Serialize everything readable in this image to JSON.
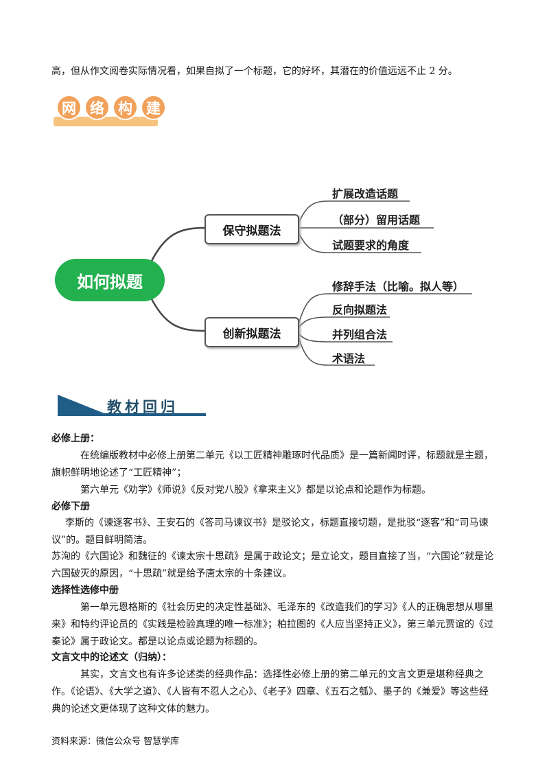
{
  "intro": {
    "text": "高，但从作文阅卷实际情况看，如果自拟了一个标题，它的好坏，其潜在的价值远远不止 2 分。"
  },
  "badge": {
    "chars": [
      "网",
      "络",
      "构",
      "建"
    ]
  },
  "mindmap": {
    "root": "如何拟题",
    "branches": [
      {
        "label": "保守拟题法",
        "leaves": [
          "扩展改造话题",
          "（部分）留用话题",
          "试题要求的角度"
        ]
      },
      {
        "label": "创新拟题法",
        "leaves": [
          "修辞手法（比喻。拟人等）",
          "反向拟题法",
          "并列组合法",
          "术语法"
        ]
      }
    ]
  },
  "section2": {
    "title": "教材回归"
  },
  "paragraphs": {
    "h1": "必修上册：",
    "p1": "在统编版教材中必修上册第二单元《以工匠精神雕琢时代品质》是一篇新闻时评，标题就是主题，旗帜鲜明地论述了“工匠精神”；",
    "p2": "第六单元《劝学》《师说》《反对党八股》《拿来主义》都是以论点和论题作为标题。",
    "h2": "必修下册",
    "p3": "李斯的《谏逐客书》、王安石的《答司马谏议书》是驳论文，标题直接切题，是批驳“逐客”和“司马谏议”的。题目鲜明简洁。",
    "p4": "苏洵的《六国论》和魏征的《谏太宗十思疏》是属于政论文；是立论文，题目直接了当，“六国论”就是论六国破灭的原因，“十思疏”就是给予唐太宗的十条建议。",
    "h3": "选择性选修中册",
    "p5": "第一单元恩格斯的《社会历史的决定性基础》、毛泽东的《改造我们的学习》《人的正确思想从哪里来》和特约评论员的《实践是检验真理的唯一标准》；柏拉图的《人应当坚持正义》，第三单元贾谊的《过秦论》属于政论文。都是以论点或论题为标题的。",
    "h4": "文言文中的论述文（归纳）：",
    "p6": "其实，文言文也有许多论述类的经典作品：选择性必修上册的第二单元的文言文更是堪称经典之作。《论语》、《大学之道》、《人皆有不忍人之心》、《老子》四章、《五石之瓠》、墨子的《兼爱》等这些经典的论述文更体现了这种文体的魅力。"
  },
  "footer": {
    "text": "资料来源：微信公众号 智慧学库"
  },
  "colors": {
    "root_green": "#23b04f",
    "badge_orange": "#f2a15a",
    "section_blue": "#1f5d86"
  }
}
